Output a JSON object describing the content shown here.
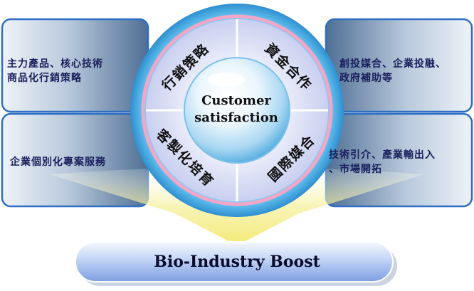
{
  "center": {
    "line1": "Customer",
    "line2": "satisfaction"
  },
  "quadrants": {
    "top_left": "行銷策略",
    "top_right": "資金合作",
    "bottom_left": "客製化培育",
    "bottom_right": "國際媒合"
  },
  "panels": {
    "top_left": [
      "主力產品、核心技術",
      "商品化行銷策略"
    ],
    "top_right": [
      "創投媒合、企業投融、",
      "政府補助等"
    ],
    "bottom_left": [
      "企業個別化專案服務"
    ],
    "bottom_right": [
      "技術引介、產業輸出入",
      "、市場開拓"
    ]
  },
  "boost": {
    "label": "Bio-Industry Boost"
  },
  "colors": {
    "panel_fill": "#5f7fa3",
    "panel_border": "#2e6fc4",
    "ring_blue": "#4fb4e6",
    "ring_pink": "#f3a6c8",
    "quadrant_fill": "#d7dcf3",
    "arrow_yellow": "#f4ec72",
    "boost_fill": "#a9c3f2",
    "text_dark_blue": "#1a1f5c"
  }
}
